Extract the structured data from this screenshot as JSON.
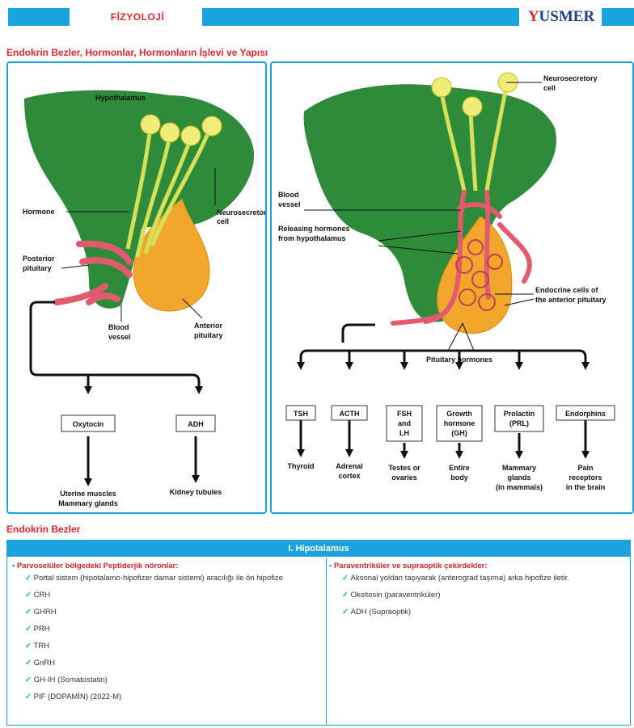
{
  "header": {
    "subject": "FİZYOLOJİ",
    "logo_y": "Y",
    "logo_rest": "USMER"
  },
  "section1_title": "Endokrin Bezler, Hormonlar, Hormonların İşlevi ve Yapısı",
  "left_panel": {
    "hypothalamus": "Hypothalamus",
    "hormone": "Hormone",
    "neurosecretory": [
      "Neurosecretory",
      "cell"
    ],
    "posterior": [
      "Posterior",
      "pituitary"
    ],
    "blood_vessel": [
      "Blood",
      "vessel"
    ],
    "anterior": [
      "Anterior",
      "pituitary"
    ],
    "box_oxytocin": "Oxytocin",
    "box_adh": "ADH",
    "target_oxytocin": [
      "Uterine muscles",
      "Mammary glands"
    ],
    "target_adh": "Kidney tubules"
  },
  "right_panel": {
    "neurosecretory": [
      "Neurosecretory",
      "cell"
    ],
    "blood_vessel": [
      "Blood",
      "vessel"
    ],
    "releasing": [
      "Releasing hormones",
      "from hypothalamus"
    ],
    "endocrine_cells": [
      "Endocrine cells of",
      "the anterior pituitary"
    ],
    "pituitary_hormones": "Pituitary hormones",
    "boxes": [
      [
        "TSH"
      ],
      [
        "ACTH"
      ],
      [
        "FSH",
        "and",
        "LH"
      ],
      [
        "Growth",
        "hormone",
        "(GH)"
      ],
      [
        "Prolactin",
        "(PRL)"
      ],
      [
        "Endorphins"
      ]
    ],
    "targets": [
      [
        "Thyroid"
      ],
      [
        "Adrenal",
        "cortex"
      ],
      [
        "Testes or",
        "ovaries"
      ],
      [
        "Entire",
        "body"
      ],
      [
        "Mammary",
        "glands",
        "(in mammals)"
      ],
      [
        "Pain",
        "receptors",
        "in the brain"
      ]
    ]
  },
  "section2_title": "Endokrin Bezler",
  "table": {
    "header": "I. Hipotalamus",
    "left_heading": "Parvoselüler bölgedeki Peptiderjik nöronlar:",
    "left_items": [
      "Portal sistem (hipotalamo-hipofizer damar sistemi) aracılığı ile ön hipofize",
      "CRH",
      "GHRH",
      "PRH",
      "TRH",
      "GnRH",
      "GH-IH (Somatostatin)",
      "PIF (DOPAMİN) (2022-M)"
    ],
    "right_heading": "Paraventriküler ve supraoptik çekirdekler:",
    "right_items": [
      "Aksonal yoldan taşıyarak (anterograd taşıma) arka hipofize iletir.",
      "Oksitosin (paraventriküler)",
      "ADH (Supraoptik)"
    ]
  },
  "colors": {
    "accent": "#1aa3dd",
    "title_red": "#e3262d",
    "hypothalamus_green": "#2e8b3a",
    "pituitary_orange": "#f2a72c",
    "vessel_pink": "#e25a6e",
    "cell_yellow": "#f0ec7a"
  }
}
